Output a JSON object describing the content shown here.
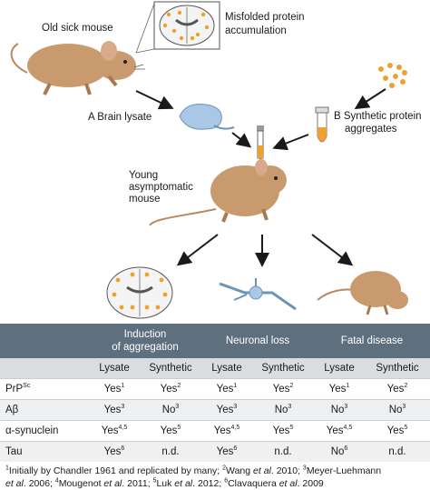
{
  "labels": {
    "old_sick_mouse": "Old sick mouse",
    "misfolded_1": "Misfolded protein",
    "misfolded_2": "accumulation",
    "brain_lysate": "A  Brain lysate",
    "synthetic_1": "B  Synthetic protein",
    "synthetic_2": "aggregates",
    "young_1": "Young",
    "young_2": "asymptomatic",
    "young_3": "mouse"
  },
  "table": {
    "groups": [
      "Induction\nof aggregation",
      "Neuronal loss",
      "Fatal disease"
    ],
    "group_lines": [
      [
        "Induction",
        "of aggregation"
      ],
      [
        "Neuronal loss"
      ],
      [
        "Fatal disease"
      ]
    ],
    "subheaders": [
      "Lysate",
      "Synthetic",
      "Lysate",
      "Synthetic",
      "Lysate",
      "Synthetic"
    ],
    "rows": [
      {
        "name": "PrP",
        "name_sup": "Sc",
        "cells": [
          [
            "Yes",
            "1"
          ],
          [
            "Yes",
            "2"
          ],
          [
            "Yes",
            "1"
          ],
          [
            "Yes",
            "2"
          ],
          [
            "Yes",
            "1"
          ],
          [
            "Yes",
            "2"
          ]
        ]
      },
      {
        "name": "Aβ",
        "name_sup": "",
        "cells": [
          [
            "Yes",
            "3"
          ],
          [
            "No",
            "3"
          ],
          [
            "Yes",
            "3"
          ],
          [
            "No",
            "3"
          ],
          [
            "No",
            "3"
          ],
          [
            "No",
            "3"
          ]
        ]
      },
      {
        "name": "α-synuclein",
        "name_sup": "",
        "cells": [
          [
            "Yes",
            "4,5"
          ],
          [
            "Yes",
            "5"
          ],
          [
            "Yes",
            "4,5"
          ],
          [
            "Yes",
            "5"
          ],
          [
            "Yes",
            "4,5"
          ],
          [
            "Yes",
            "5"
          ]
        ]
      },
      {
        "name": "Tau",
        "name_sup": "",
        "cells": [
          [
            "Yes",
            "6"
          ],
          [
            "n.d.",
            ""
          ],
          [
            "Yes",
            "6"
          ],
          [
            "n.d.",
            ""
          ],
          [
            "No",
            "6"
          ],
          [
            "n.d.",
            ""
          ]
        ]
      }
    ]
  },
  "footnote": {
    "line1_parts": [
      "1",
      "Initially by Chandler 1961 and replicated by many; ",
      "2",
      "Wang ",
      "et al",
      ". 2010; ",
      "3",
      "Meyer-Luehmann"
    ],
    "line2_parts": [
      "et al",
      ". 2006; ",
      "4",
      "Mougenot ",
      "et al",
      ". 2011; ",
      "5",
      "Luk ",
      "et al",
      ". 2012; ",
      "6",
      "Clavaquera ",
      "et al",
      ". 2009"
    ]
  },
  "colors": {
    "mouse": "#c99a6e",
    "mouse_dark": "#a97a52",
    "brain_blue": "#a8c8e6",
    "aggregate_orange": "#f0a030",
    "table_header": "#5e6f7d",
    "table_subheader": "#d9dde0"
  }
}
